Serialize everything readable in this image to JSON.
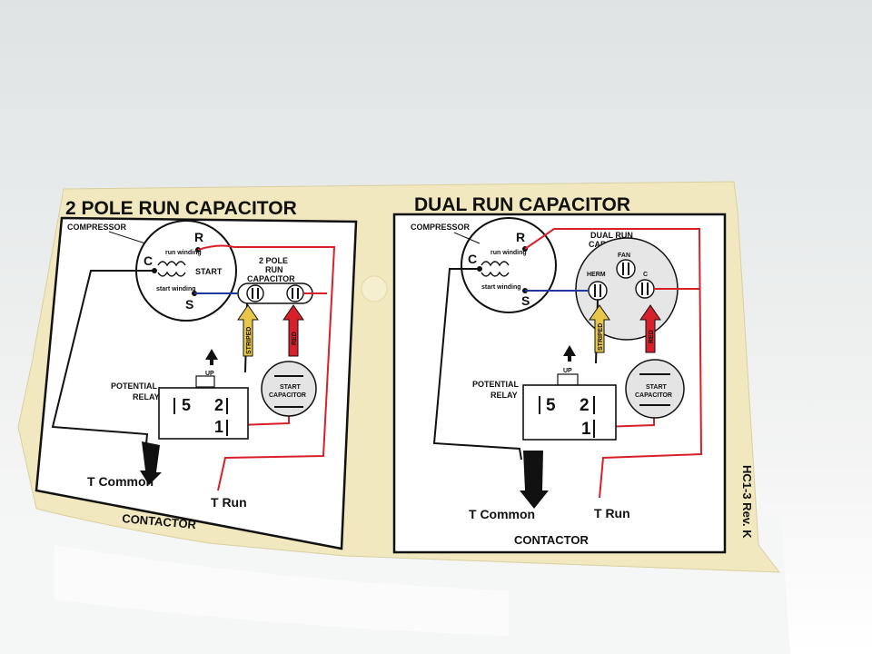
{
  "left_panel": {
    "title": "2 POLE RUN CAPACITOR",
    "compressor": "COMPRESSOR",
    "run_winding": "run winding",
    "start_winding": "start winding",
    "start": "START",
    "terminal_c": "C",
    "terminal_r": "R",
    "terminal_s": "S",
    "capacitor_line1": "2 POLE",
    "capacitor_line2": "RUN",
    "capacitor_line3": "CAPACITOR",
    "striped": "STRIPED",
    "red": "RED",
    "potential_relay_line1": "POTENTIAL",
    "potential_relay_line2": "RELAY",
    "up": "UP",
    "relay_5": "5",
    "relay_2": "2",
    "relay_1": "1",
    "start_capacitor_line1": "START",
    "start_capacitor_line2": "CAPACITOR",
    "black": "BLACK",
    "t_common": "T Common",
    "t_run": "T Run",
    "contactor": "CONTACTOR"
  },
  "right_panel": {
    "title": "DUAL RUN CAPACITOR",
    "compressor": "COMPRESSOR",
    "run_winding": "run winding",
    "start_winding": "start winding",
    "terminal_c": "C",
    "terminal_r": "R",
    "terminal_s": "S",
    "capacitor_line1": "DUAL RUN",
    "capacitor_line2": "CAPACITOR",
    "fan": "FAN",
    "herm": "HERM",
    "cap_c": "C",
    "striped": "STRIPED",
    "red": "RED",
    "potential_relay_line1": "POTENTIAL",
    "potential_relay_line2": "RELAY",
    "up": "UP",
    "relay_5": "5",
    "relay_2": "2",
    "relay_1": "1",
    "start_capacitor_line1": "START",
    "start_capacitor_line2": "CAPACITOR",
    "black": "BLACK",
    "t_common": "T Common",
    "t_run": "T Run",
    "contactor": "CONTACTOR"
  },
  "revision": "HC1-3 Rev. K",
  "colors": {
    "card": "#f1e8bf",
    "wire_red": "#d8202a",
    "wire_blue": "#1f3a9a",
    "striped": "#e7c64a"
  }
}
